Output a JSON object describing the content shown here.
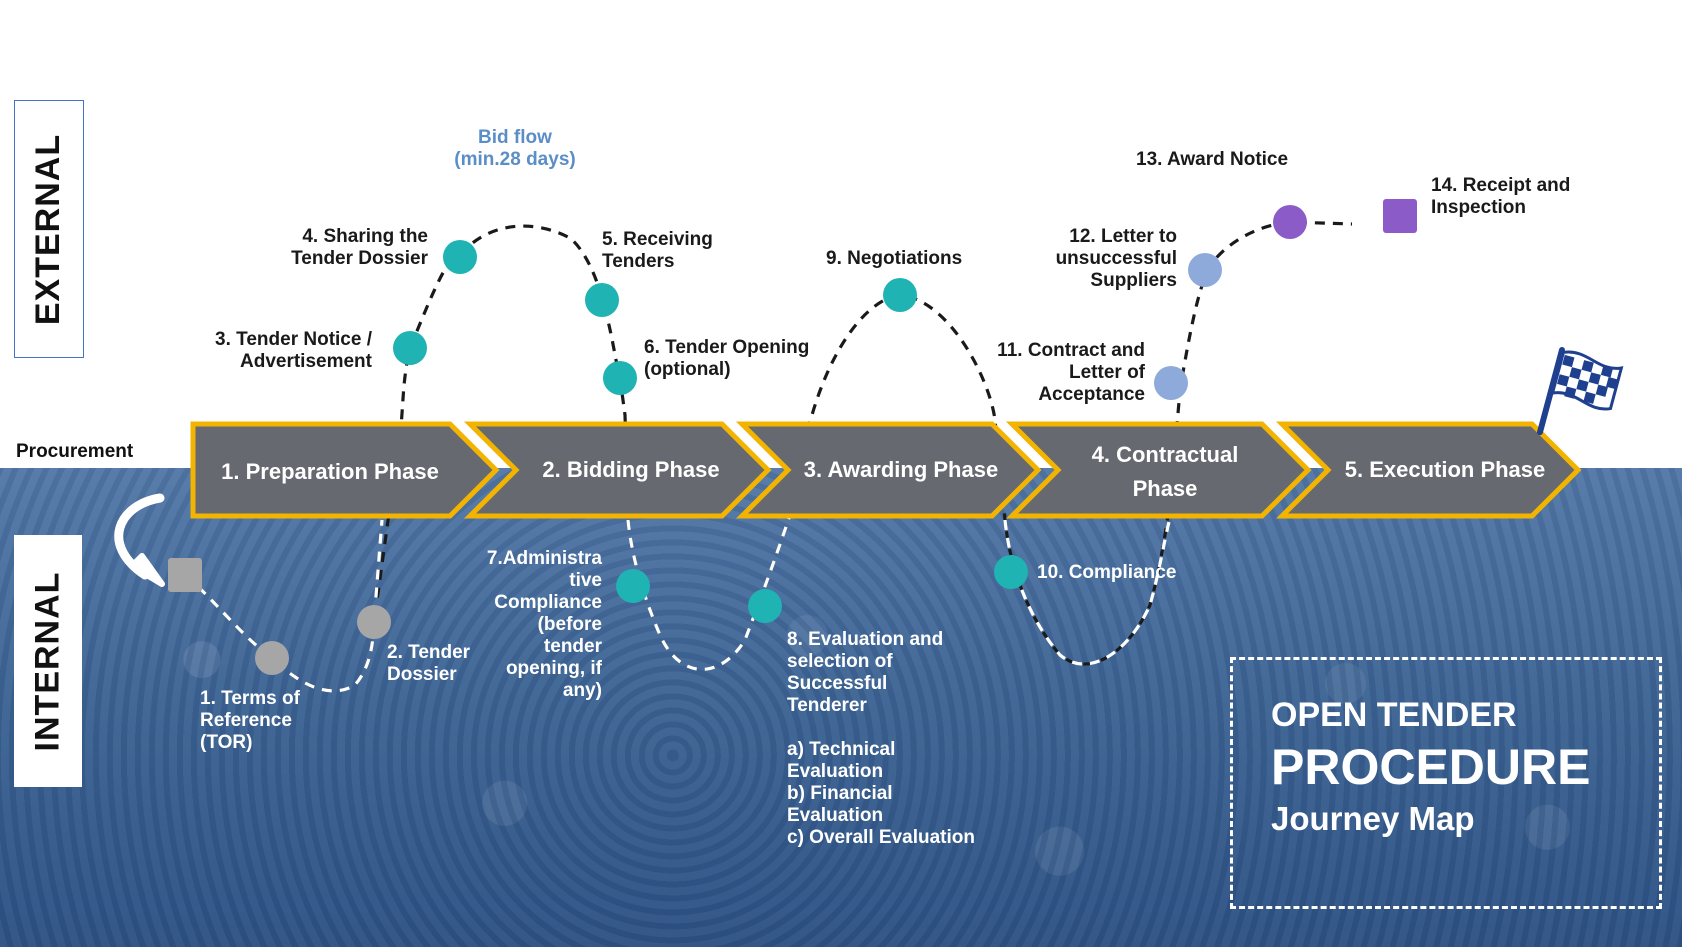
{
  "sides": {
    "external": "EXTERNAL",
    "internal": "INTERNAL"
  },
  "procurement_label": "Procurement",
  "phases": [
    {
      "label": "1. Preparation Phase"
    },
    {
      "label": "2. Bidding Phase"
    },
    {
      "label": "3. Awarding Phase"
    },
    {
      "label": "4. Contractual Phase"
    },
    {
      "label": "5. Execution Phase"
    }
  ],
  "bid_flow": "Bid flow\n(min.28 days)",
  "steps": {
    "s1": "1. Terms of\nReference\n(TOR)",
    "s2": "2. Tender\nDossier",
    "s3": "3. Tender Notice /\nAdvertisement",
    "s4": "4. Sharing the\nTender Dossier",
    "s5": "5. Receiving\nTenders",
    "s6": "6. Tender Opening\n(optional)",
    "s7": "7.Administra\ntive\nCompliance\n(before\ntender\nopening, if\nany)",
    "s8": "8. Evaluation and\nselection of\nSuccessful\nTenderer\n\na) Technical\nEvaluation\nb) Financial\nEvaluation\nc) Overall Evaluation",
    "s9": "9. Negotiations",
    "s10": "10. Compliance",
    "s11": "11. Contract and\nLetter of\nAcceptance",
    "s12": "12. Letter to\nunsuccessful\nSuppliers",
    "s13": "13. Award Notice",
    "s14": "14. Receipt and\nInspection"
  },
  "title": {
    "line1": "OPEN TENDER",
    "line2": "PROCEDURE",
    "line3": "Journey Map"
  },
  "colors": {
    "phase_fill": "#666a70",
    "phase_border": "#f2b400",
    "teal": "#1fb3b3",
    "grey": "#a6a6a6",
    "periwinkle": "#8eaadb",
    "purple": "#8b5cc7",
    "background_blue": "#3e6595"
  },
  "icons": {
    "flag": "checkered-flag-icon",
    "return_arrow": "curved-arrow-icon"
  }
}
